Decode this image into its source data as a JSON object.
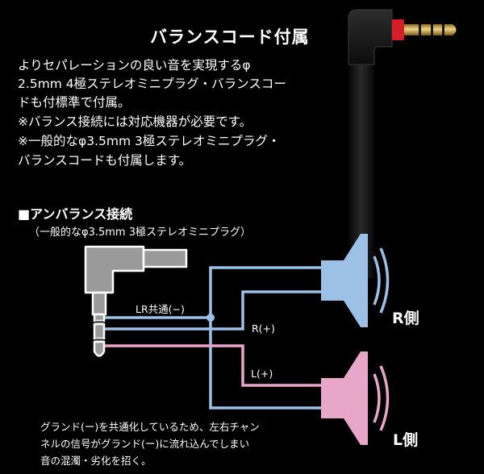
{
  "header": {
    "title": "バランスコード付属"
  },
  "description": [
    "よりセパレーションの良い音を実現するφ",
    "2.5mm 4極ステレオミニプラグ・バランスコー",
    "ドも付標準で付属。",
    "※バランス接続には対応機器が必要です。",
    "※一般的なφ3.5mm 3極ステレオミニプラグ・",
    "バランスコードも付属します。"
  ],
  "section": {
    "title": "■アンバランス接続",
    "subtitle": "（一般的なφ3.5mm 3極ステレオミニプラグ）"
  },
  "diagram": {
    "lr_common_label": "LR共通(−)",
    "r_label": "R(+)",
    "l_label": "L(+)",
    "right_side_label": "R側",
    "left_side_label": "L側",
    "colors": {
      "right_wire": "#9cc0e6",
      "left_wire": "#e8a6c8",
      "plug_body": "#9a9a9a",
      "plug_gold": "#c8a24a",
      "plug_red": "#d41e2a"
    }
  },
  "note": [
    "グランド(ー)を共通化しているため、左右チャン",
    "ネルの信号がグランド(ー)に流れ込んでしまい",
    "音の混濁・劣化を招く。"
  ]
}
